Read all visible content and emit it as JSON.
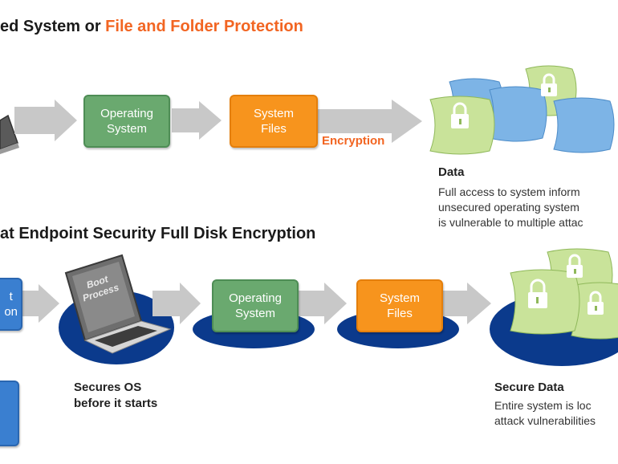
{
  "top": {
    "title_prefix": "ed System or ",
    "title_accent": "File and Folder Protection",
    "box_os": "Operating\nSystem",
    "box_files": "System\nFiles",
    "encryption_label": "Encryption",
    "data_heading": "Data",
    "data_lines": [
      "Full access to system inform",
      "unsecured operating system",
      "is vulnerable to multiple attac"
    ]
  },
  "bottom": {
    "title": "at Endpoint Security Full Disk Encryption",
    "left_box": "t\non",
    "laptop_label": "Boot\nProcess",
    "box_os": "Operating\nSystem",
    "box_files": "System\nFiles",
    "secures_lines": [
      "Secures OS",
      "before it starts"
    ],
    "secure_data_heading": "Secure Data",
    "secure_lines": [
      "Entire system is loc",
      "attack vulnerabilities"
    ]
  },
  "colors": {
    "accent": "#f26522",
    "green_box": "#6aa96f",
    "orange_box": "#f7941d",
    "blue_box": "#3a7fd0",
    "navy_ellipse": "#0b3a8c"
  },
  "icons": [
    "arrow-right-icon",
    "laptop-icon",
    "lock-icon",
    "data-page-icon"
  ]
}
